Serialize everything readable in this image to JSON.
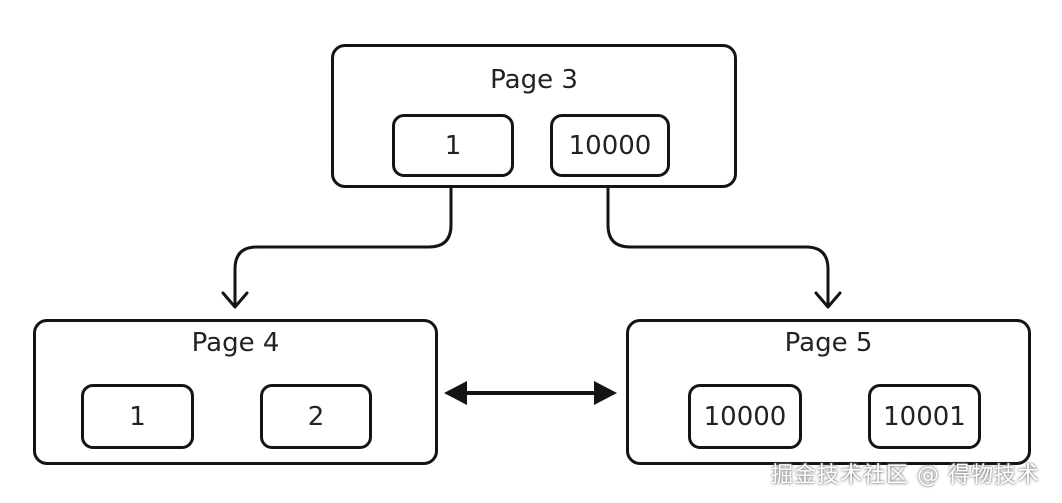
{
  "pages": {
    "page3": {
      "title": "Page 3",
      "keys": [
        "1",
        "10000"
      ]
    },
    "page4": {
      "title": "Page 4",
      "keys": [
        "1",
        "2"
      ]
    },
    "page5": {
      "title": "Page 5",
      "keys": [
        "10000",
        "10001"
      ]
    }
  },
  "edges": [
    {
      "from": "page3.key_1",
      "to": "page4",
      "type": "child-pointer"
    },
    {
      "from": "page3.key_10000",
      "to": "page5",
      "type": "child-pointer"
    },
    {
      "from": "page4",
      "to": "page5",
      "type": "bidirectional-sibling"
    }
  ],
  "watermark": "掘金技术社区 @ 得物技术",
  "colors": {
    "stroke": "#141414",
    "text": "#222222",
    "background": "#ffffff"
  }
}
